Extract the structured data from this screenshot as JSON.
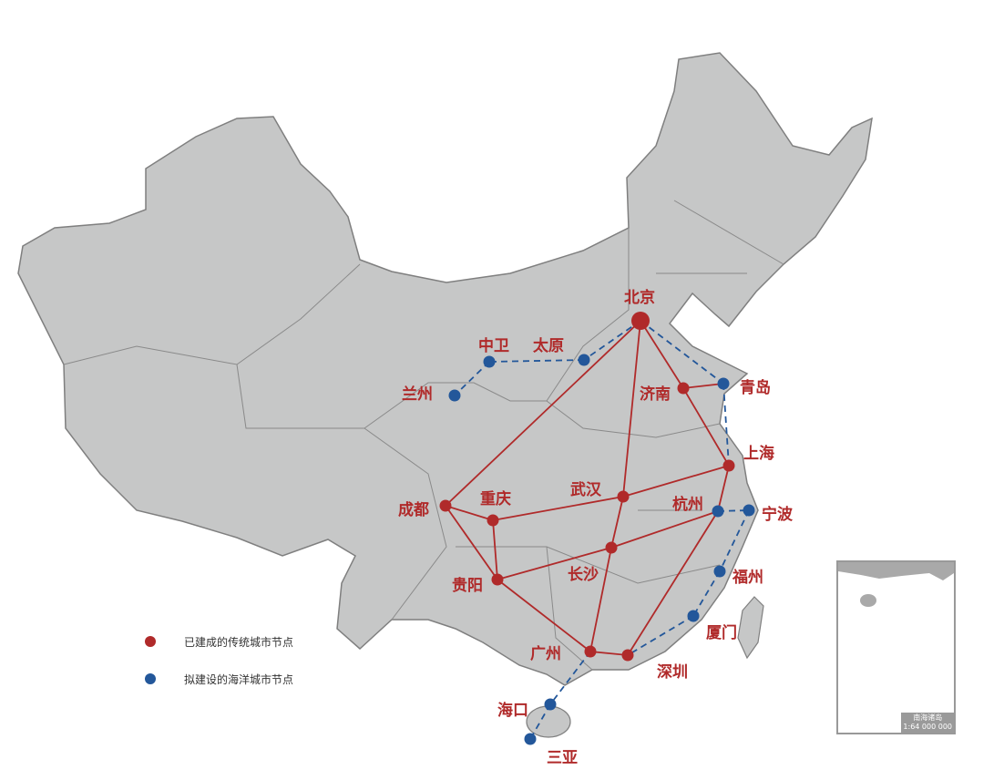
{
  "colors": {
    "traditional": "#b02a2a",
    "ocean": "#23579a",
    "land": "#c6c7c7",
    "border": "#7f7f7f"
  },
  "cities": [
    {
      "id": "beijing",
      "name": "北京",
      "type": "traditional",
      "major": true
    },
    {
      "id": "jinan",
      "name": "济南",
      "type": "traditional"
    },
    {
      "id": "shanghai",
      "name": "上海",
      "type": "traditional"
    },
    {
      "id": "wuhan",
      "name": "武汉",
      "type": "traditional"
    },
    {
      "id": "changsha",
      "name": "长沙",
      "type": "traditional"
    },
    {
      "id": "chengdu",
      "name": "成都",
      "type": "traditional"
    },
    {
      "id": "chongqing",
      "name": "重庆",
      "type": "traditional"
    },
    {
      "id": "guiyang",
      "name": "贵阳",
      "type": "traditional"
    },
    {
      "id": "guangzhou",
      "name": "广州",
      "type": "traditional"
    },
    {
      "id": "shenzhen",
      "name": "深圳",
      "type": "traditional"
    },
    {
      "id": "hangzhou",
      "name": "杭州",
      "type": "ocean"
    },
    {
      "id": "ningbo",
      "name": "宁波",
      "type": "ocean"
    },
    {
      "id": "qingdao",
      "name": "青岛",
      "type": "ocean"
    },
    {
      "id": "fuzhou",
      "name": "福州",
      "type": "ocean"
    },
    {
      "id": "xiamen",
      "name": "厦门",
      "type": "ocean"
    },
    {
      "id": "haikou",
      "name": "海口",
      "type": "ocean"
    },
    {
      "id": "sanya",
      "name": "三亚",
      "type": "ocean"
    },
    {
      "id": "zhongwei",
      "name": "中卫",
      "type": "ocean"
    },
    {
      "id": "taiyuan",
      "name": "太原",
      "type": "ocean"
    },
    {
      "id": "lanzhou",
      "name": "兰州",
      "type": "ocean"
    }
  ],
  "links_existing": [
    [
      "beijing",
      "jinan"
    ],
    [
      "jinan",
      "shanghai"
    ],
    [
      "jinan",
      "qingdao"
    ],
    [
      "beijing",
      "wuhan"
    ],
    [
      "beijing",
      "chengdu"
    ],
    [
      "chengdu",
      "chongqing"
    ],
    [
      "chengdu",
      "guiyang"
    ],
    [
      "chongqing",
      "wuhan"
    ],
    [
      "wuhan",
      "shanghai"
    ],
    [
      "chongqing",
      "guiyang"
    ],
    [
      "guiyang",
      "changsha"
    ],
    [
      "changsha",
      "hangzhou"
    ],
    [
      "guiyang",
      "guangzhou"
    ],
    [
      "changsha",
      "guangzhou"
    ],
    [
      "wuhan",
      "changsha"
    ],
    [
      "guangzhou",
      "shenzhen"
    ],
    [
      "shenzhen",
      "hangzhou"
    ],
    [
      "shanghai",
      "hangzhou"
    ]
  ],
  "links_planned": [
    [
      "beijing",
      "taiyuan"
    ],
    [
      "taiyuan",
      "zhongwei"
    ],
    [
      "zhongwei",
      "lanzhou"
    ],
    [
      "beijing",
      "qingdao"
    ],
    [
      "qingdao",
      "shanghai"
    ],
    [
      "hangzhou",
      "ningbo"
    ],
    [
      "ningbo",
      "fuzhou"
    ],
    [
      "fuzhou",
      "xiamen"
    ],
    [
      "xiamen",
      "shenzhen"
    ],
    [
      "guangzhou",
      "haikou"
    ],
    [
      "haikou",
      "sanya"
    ]
  ],
  "legend": [
    {
      "label": "已建成的传统城市节点",
      "type": "traditional"
    },
    {
      "label": "拟建设的海洋城市节点",
      "type": "ocean"
    }
  ],
  "inset": {
    "title": "南海诸岛",
    "scale": "1:64 000 000"
  }
}
